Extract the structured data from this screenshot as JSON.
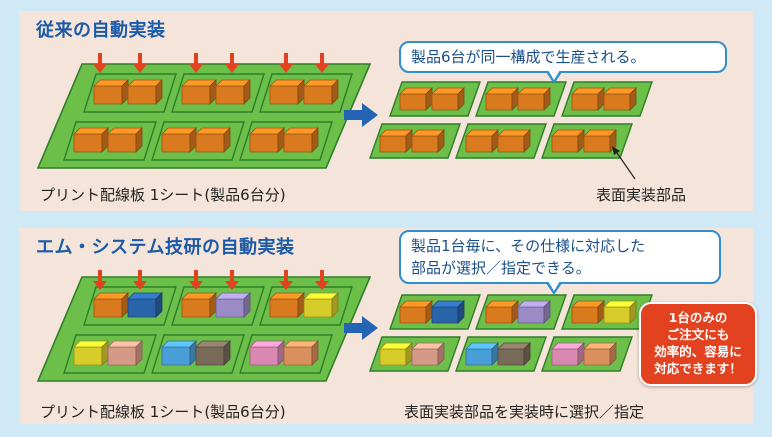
{
  "top": {
    "title": "従来の自動実装",
    "bubble": "製品6台が同一構成で生産される。",
    "board_caption": "プリント配線板 1シート(製品6台分)",
    "part_caption": "表面実装部品",
    "component_color": "#d97a1e"
  },
  "bottom": {
    "title": "エム・システム技研の自動実装",
    "bubble_lines": [
      "製品1台毎に、その仕様に対応した",
      "部品が選択／指定できる。"
    ],
    "board_caption": "プリント配線板 1シート(製品6台分)",
    "part_caption": "表面実装部品を実装時に選択／指定",
    "component_colors": [
      "#d97a1e",
      "#2a64a8",
      "#d97a1e",
      "#9a8bc4",
      "#d97a1e",
      "#d8cc2a",
      "#d8cc2a",
      "#d59a86",
      "#4a9ed8",
      "#7a6a5a",
      "#d988b0",
      "#d9905e"
    ]
  },
  "badge": {
    "lines": [
      "1台のみの",
      "ご注文にも",
      "効率的、容易に",
      "対応できます！"
    ]
  },
  "colors": {
    "board": "#6cc04a",
    "board_edge": "#2e7d2a",
    "arrow_red": "#e2421f",
    "arrow_blue": "#2464b4"
  }
}
